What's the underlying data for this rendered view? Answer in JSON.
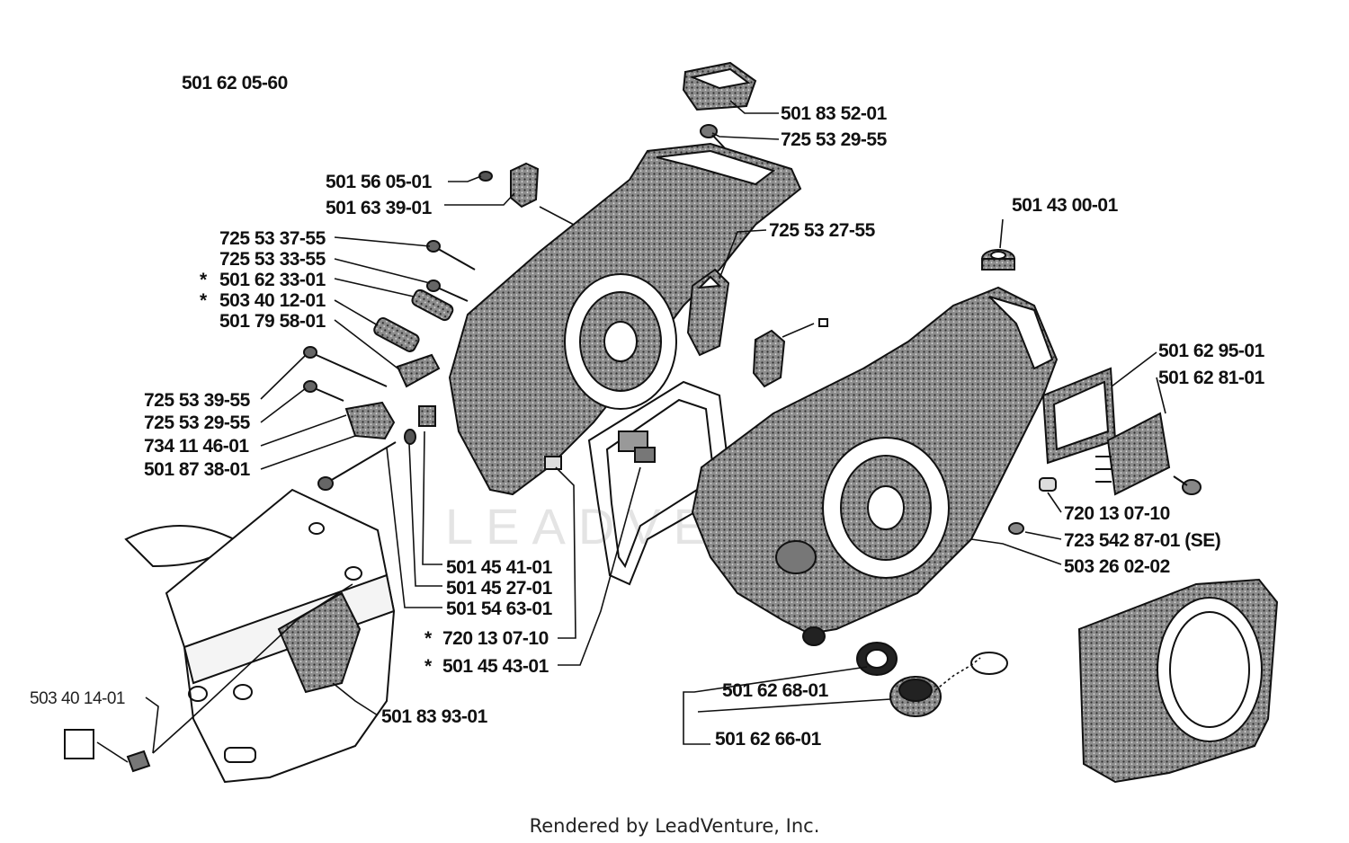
{
  "diagram": {
    "assembly_number": "501 62 05-60",
    "labels": [
      {
        "id": "l1",
        "text": "501 83 52-01"
      },
      {
        "id": "l2",
        "text": "725 53 29-55"
      },
      {
        "id": "l3",
        "text": "501 56 05-01"
      },
      {
        "id": "l4",
        "text": "501 63 39-01"
      },
      {
        "id": "l5",
        "text": "725 53 27-55"
      },
      {
        "id": "l6",
        "text": "725 53 37-55"
      },
      {
        "id": "l7",
        "text": "725 53 33-55"
      },
      {
        "id": "l8",
        "text": "501 62 33-01"
      },
      {
        "id": "l9",
        "text": "503 40 12-01"
      },
      {
        "id": "l10",
        "text": "501 79 58-01"
      },
      {
        "id": "l11",
        "text": "501 43 00-01"
      },
      {
        "id": "l12",
        "text": "501 62 95-01"
      },
      {
        "id": "l13",
        "text": "501 62 81-01"
      },
      {
        "id": "l14",
        "text": "725 53 39-55"
      },
      {
        "id": "l15",
        "text": "725 53 29-55"
      },
      {
        "id": "l16",
        "text": "734 11 46-01"
      },
      {
        "id": "l17",
        "text": "501 87 38-01"
      },
      {
        "id": "l18",
        "text": "720 13 07-10"
      },
      {
        "id": "l19",
        "text": "723 542 87-01 (SE)"
      },
      {
        "id": "l20",
        "text": "503 26 02-02"
      },
      {
        "id": "l21",
        "text": "501 45 41-01"
      },
      {
        "id": "l22",
        "text": "501 45 27-01"
      },
      {
        "id": "l23",
        "text": "501 54 63-01"
      },
      {
        "id": "l24",
        "text": "720 13 07-10"
      },
      {
        "id": "l25",
        "text": "501 45 43-01"
      },
      {
        "id": "l26",
        "text": "501 62 68-01"
      },
      {
        "id": "l27",
        "text": "501 62 66-01"
      },
      {
        "id": "l28",
        "text": "501 83 93-01"
      },
      {
        "id": "l29",
        "text": "503 40 14-01"
      }
    ],
    "asterisk": "*",
    "watermark": "LEADVENTURE",
    "footer": "Rendered by LeadVenture, Inc."
  }
}
